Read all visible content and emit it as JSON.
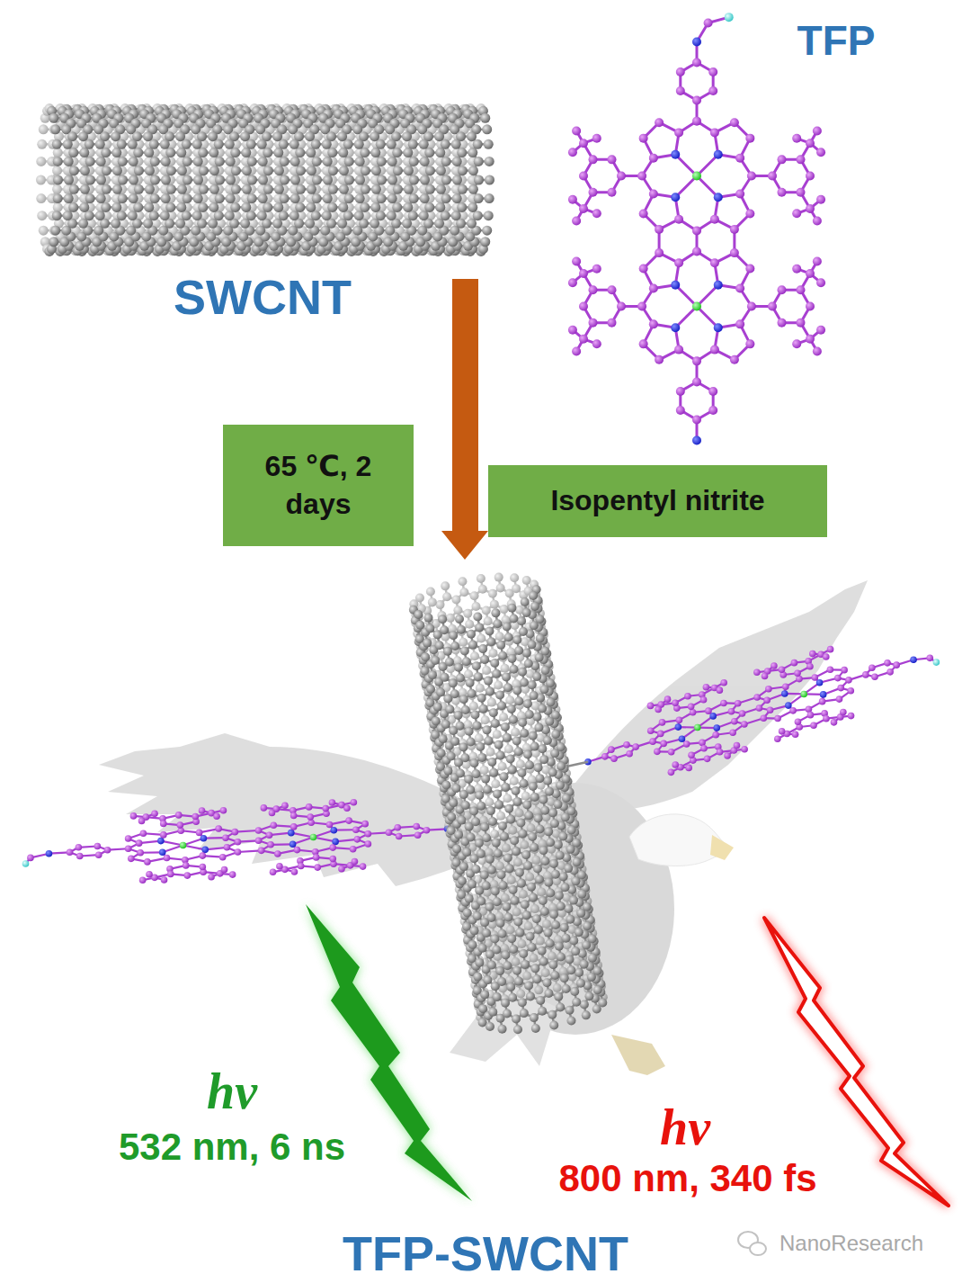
{
  "diagram": {
    "nodes": [
      {
        "text": [
          "65 ℃, 2 days"
        ]
      },
      {
        "text": [
          "Isopentyl nitrite"
        ]
      }
    ],
    "labels": [
      "TFP",
      "SWCNT",
      "hv",
      "532 nm, 6 ns",
      "hv",
      "800 nm, 340 fs",
      "TFP-SWCNT",
      "NanoResearch"
    ]
  }
}
